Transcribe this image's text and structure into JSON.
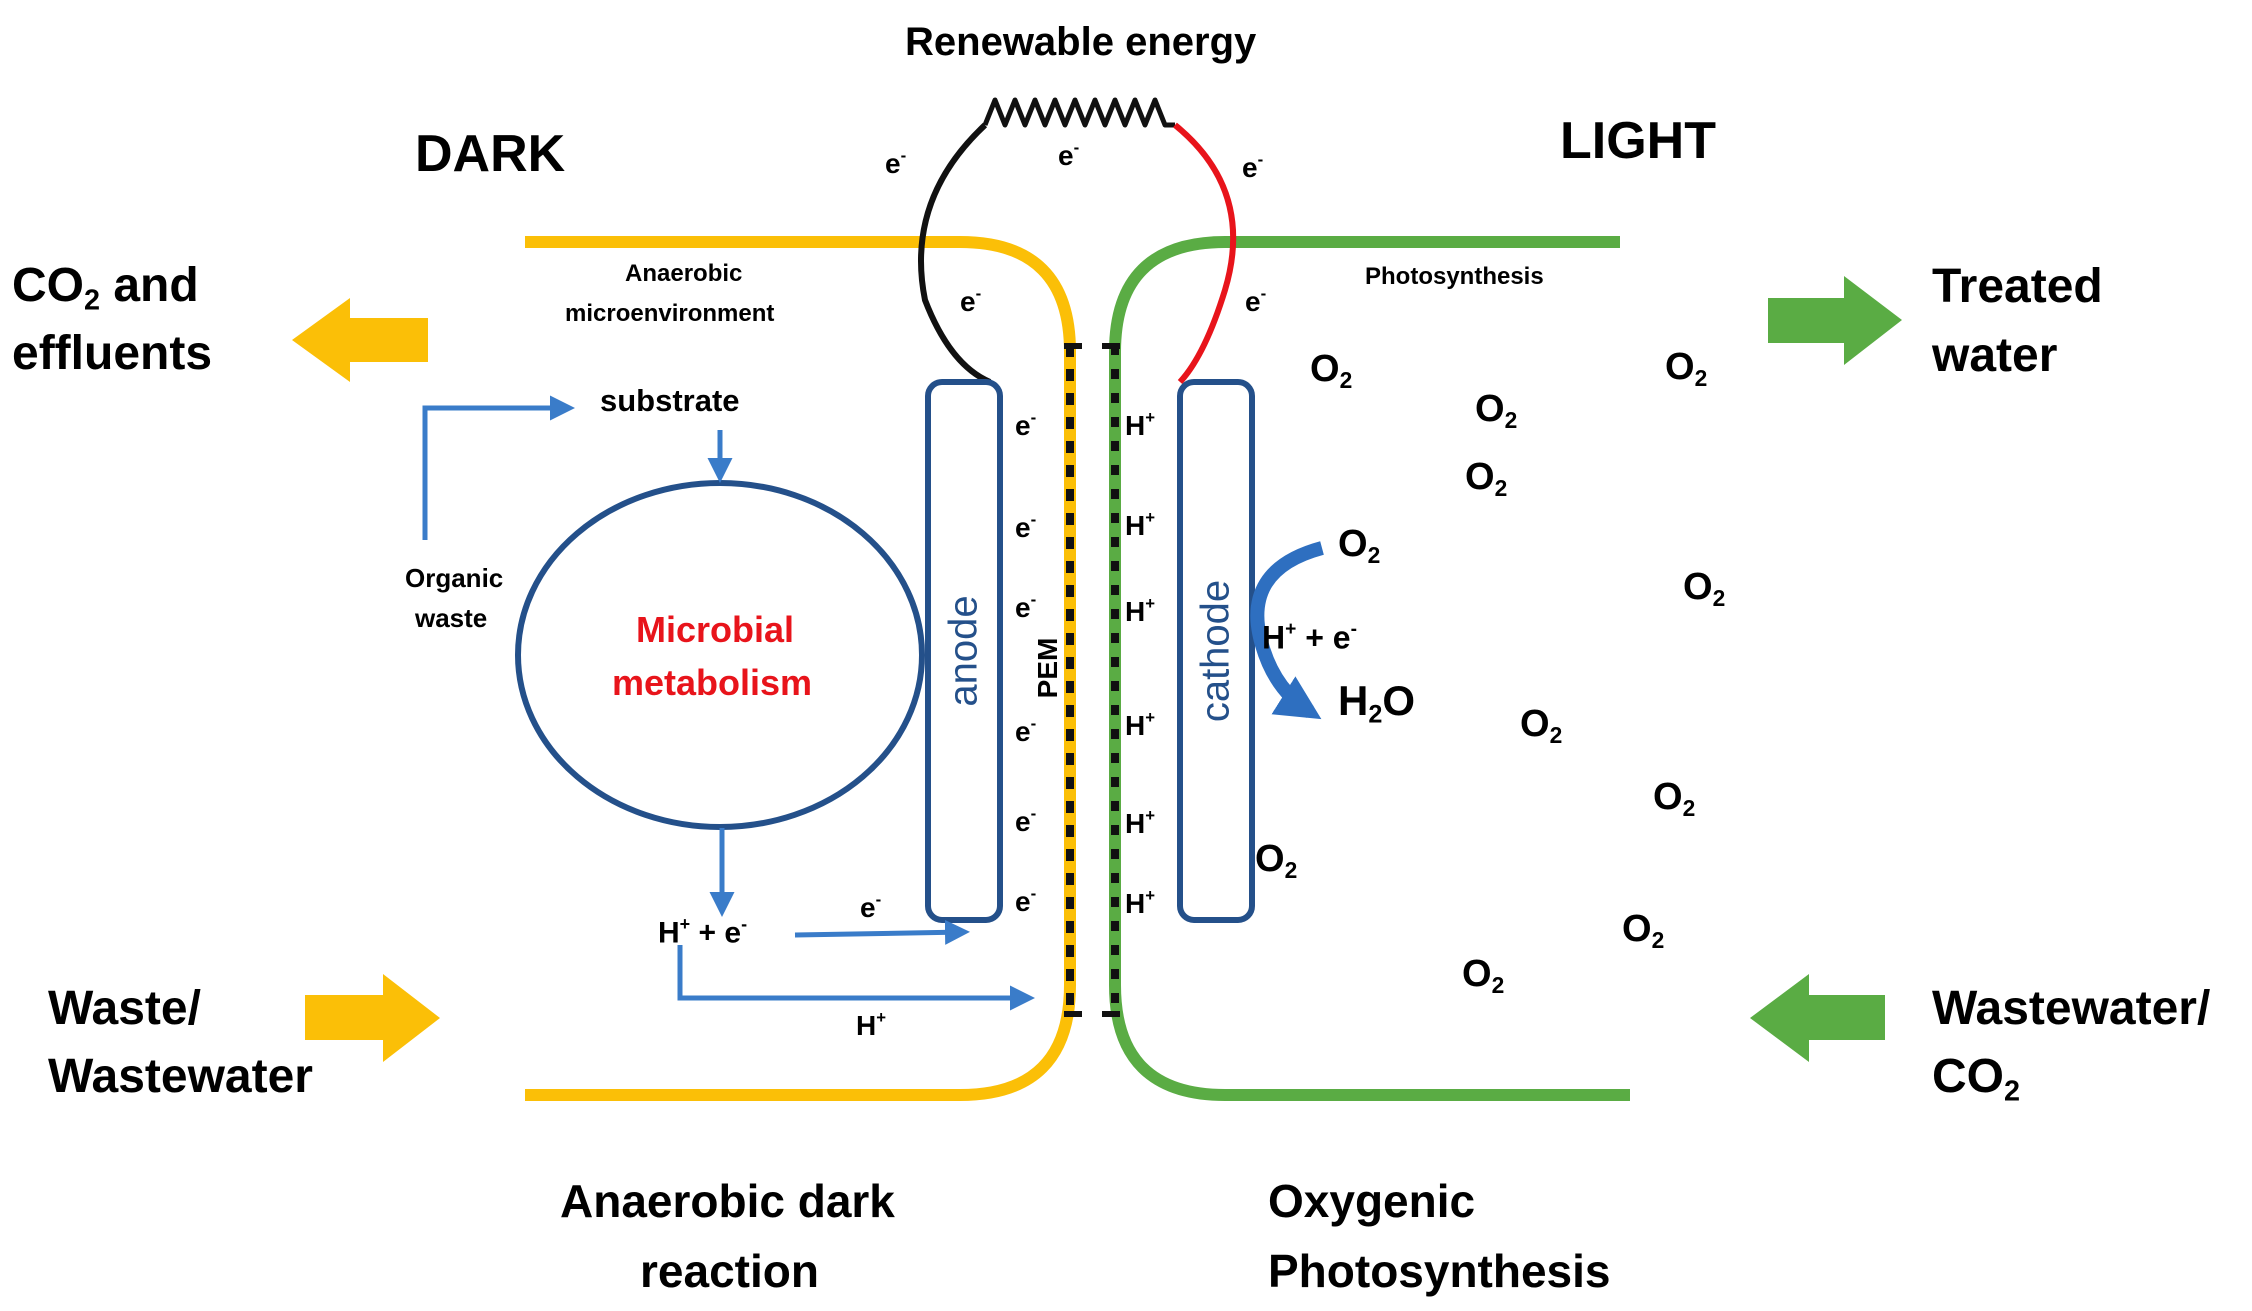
{
  "title": "Renewable energy",
  "zones": {
    "dark": "DARK",
    "light": "LIGHT"
  },
  "left": {
    "outflow": "CO₂ and effluents",
    "outflow_co": "CO",
    "outflow_sub": "2",
    "outflow_rest": " and",
    "outflow_line2": "effluents",
    "inflow_line1": "Waste/",
    "inflow_line2": "Wastewater",
    "env_line1": "Anaerobic",
    "env_line2": "microenvironment",
    "substrate": "substrate",
    "organic_line1": "Organic",
    "organic_line2": "waste",
    "metabolism_line1": "Microbial",
    "metabolism_line2": "metabolism",
    "footer_line1": "Anaerobic dark",
    "footer_line2": "reaction"
  },
  "right": {
    "outflow_line1": "Treated",
    "outflow_line2": "water",
    "inflow_line1": "Wastewater/",
    "inflow_co": "CO",
    "inflow_sub": "2",
    "env": "Photosynthesis",
    "footer_line1": "Oxygenic",
    "footer_line2": "Photosynthesis"
  },
  "electrodes": {
    "anode": "anode",
    "cathode": "cathode",
    "membrane": "PEM"
  },
  "species": {
    "electron": "e",
    "electron_sup": "-",
    "proton": "H",
    "proton_sup": "+",
    "oxygen": "O",
    "oxygen_sub": "2",
    "water_h": "H",
    "water_sub": "2",
    "water_o": "O",
    "pair_h": "H",
    "pair_plus": "+",
    "pair_mid": " + e",
    "pair_minus": "-"
  },
  "colors": {
    "dark_zone": "#fbbf07",
    "light_zone": "#5aac44",
    "circuit_anode_wire": "#000000",
    "circuit_cathode_wire": "#e8141b",
    "electrode_outline": "#24508a",
    "flow_arrow": "#3a7cc9",
    "cathode_reaction_arrow": "#2e6fc0",
    "highlight_text": "#e8141b"
  }
}
